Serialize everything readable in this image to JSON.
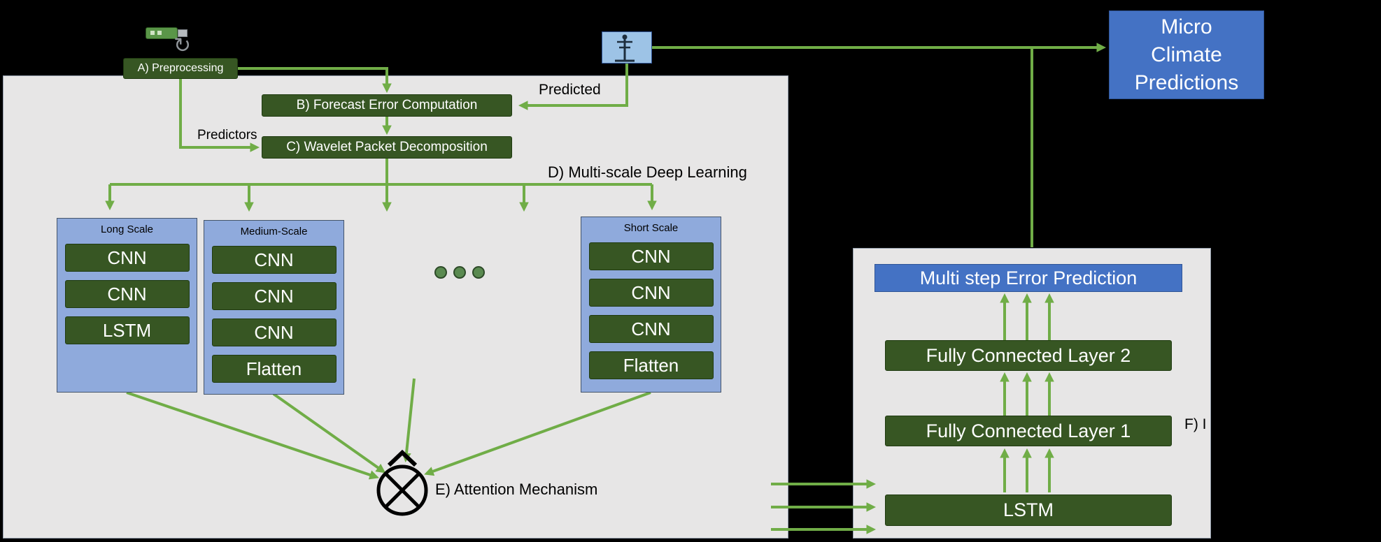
{
  "colors": {
    "background": "#000000",
    "arrow_green": "#70ad47",
    "dark_green": "#375623",
    "blue": "#4472c4",
    "light_blue": "#8faadc",
    "panel_gray": "#e7e6e6"
  },
  "icons": {
    "refresh": "↻",
    "usb": "usb-drive-icon",
    "weather_station": "weather-station-icon",
    "attention_operator": "circled-cross-with-caret"
  },
  "nodes": {
    "preprocessing": "A) Preprocessing",
    "forecast_error": "B) Forecast Error Computation",
    "wavelet": "C) Wavelet Packet Decomposition",
    "multi_step_error": "Multi step Error Prediction",
    "micro_climate_lines": [
      "Micro",
      "Climate",
      "Predictions"
    ]
  },
  "labels": {
    "predicted": "Predicted",
    "predictors": "Predictors",
    "section_d": "D) Multi-scale Deep Learning",
    "section_e": "E) Attention Mechanism",
    "section_f": "F) I"
  },
  "scales": [
    {
      "title": "Long Scale",
      "layers": [
        "CNN",
        "CNN",
        "LSTM"
      ]
    },
    {
      "title": "Medium-Scale",
      "layers": [
        "CNN",
        "CNN",
        "CNN",
        "Flatten"
      ]
    },
    {
      "title": "Short Scale",
      "layers": [
        "CNN",
        "CNN",
        "CNN",
        "Flatten"
      ]
    }
  ],
  "error_module": {
    "fc2": "Fully Connected Layer 2",
    "fc1": "Fully Connected Layer 1",
    "lstm": "LSTM"
  }
}
